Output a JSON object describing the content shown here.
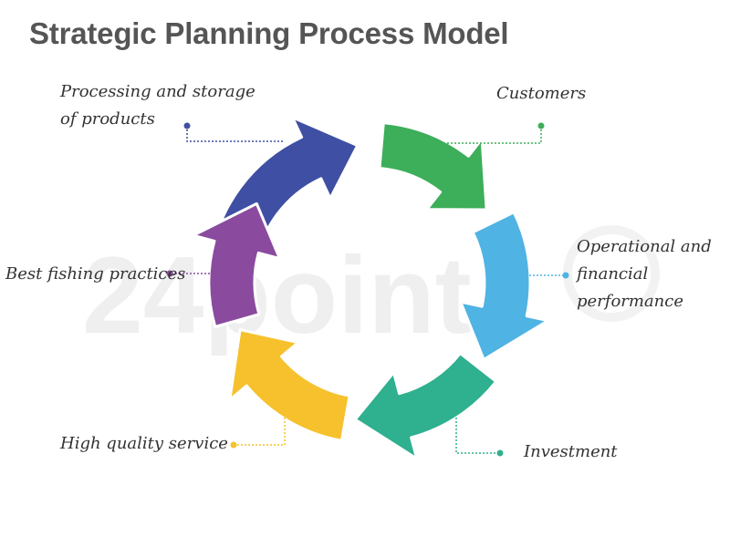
{
  "title": "Strategic Planning Process Model",
  "watermark": "24point",
  "items": [
    {
      "id": "processing",
      "lines": [
        "Processing and storage",
        "of products"
      ],
      "color": "#3f4fa3"
    },
    {
      "id": "customers",
      "lines": [
        "Customers"
      ],
      "color": "#3dae5a"
    },
    {
      "id": "operational",
      "lines": [
        "Operational and",
        "financial",
        "performance"
      ],
      "color": "#4fb3e3"
    },
    {
      "id": "investment",
      "lines": [
        "Investment"
      ],
      "color": "#2fb08f"
    },
    {
      "id": "high-quality",
      "lines": [
        "High quality service"
      ],
      "color": "#f6c12c"
    },
    {
      "id": "best-fishing",
      "lines": [
        "Best fishing practices"
      ],
      "color": "#8a4b9f"
    }
  ]
}
